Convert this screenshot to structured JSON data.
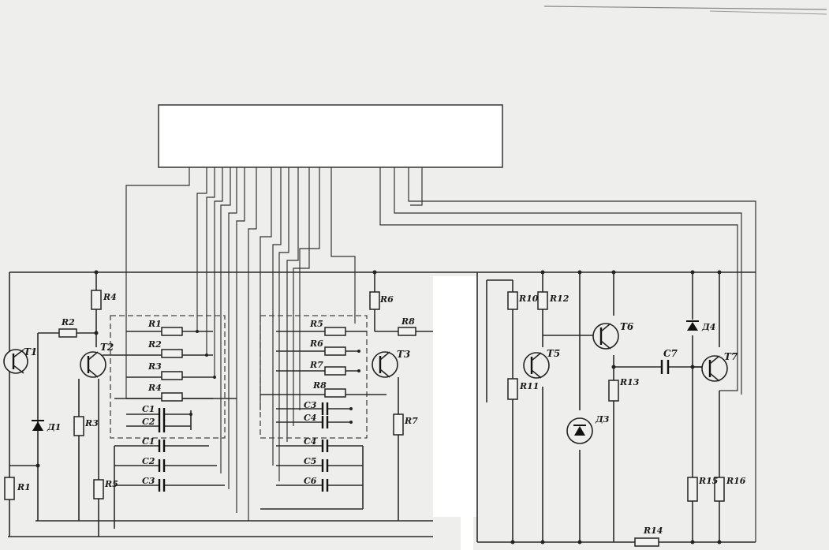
{
  "transistors": [
    "T1",
    "T2",
    "T3",
    "T5",
    "T6",
    "T7"
  ],
  "diodes": [
    "Д1",
    "Д3",
    "Д4"
  ],
  "resistors": [
    "R1",
    "R2",
    "R3",
    "R4",
    "R5",
    "R6",
    "R7",
    "R8",
    "R10",
    "R11",
    "R12",
    "R13",
    "R14",
    "R15",
    "R16"
  ],
  "switch_resistors_left": [
    "R1",
    "R2",
    "R3",
    "R4"
  ],
  "switch_resistors_right": [
    "R5",
    "R6",
    "R7",
    "R8"
  ],
  "switch_caps_left": [
    "C1",
    "C2",
    "C1",
    "C2",
    "C3"
  ],
  "switch_caps_right": [
    "C3",
    "C4",
    "C4",
    "C5",
    "C6"
  ],
  "coupling_cap": "C7"
}
